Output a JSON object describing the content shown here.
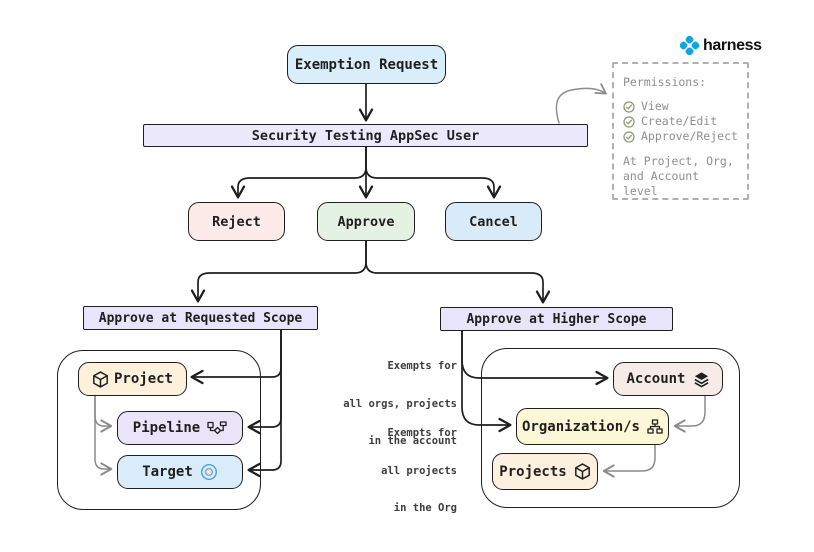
{
  "brand": {
    "logo_text": "harness",
    "logo_color": "#0aa7e4"
  },
  "diagram": {
    "root_node": {
      "label": "Exemption Request"
    },
    "actor_bar": {
      "label": "Security Testing AppSec User"
    },
    "decisions": [
      {
        "label": "Reject"
      },
      {
        "label": "Approve"
      },
      {
        "label": "Cancel"
      }
    ],
    "left_branch": {
      "header": "Approve at Requested Scope",
      "nodes": [
        {
          "label": "Project",
          "icon": "cube-icon"
        },
        {
          "label": "Pipeline",
          "icon": "pipeline-icon"
        },
        {
          "label": "Target",
          "icon": "target-icon"
        }
      ]
    },
    "right_branch": {
      "header": "Approve at Higher Scope",
      "nodes": [
        {
          "label": "Account",
          "icon": "layers-icon"
        },
        {
          "label": "Organization/s",
          "icon": "org-chart-icon"
        },
        {
          "label": "Projects",
          "icon": "cube-icon"
        }
      ]
    },
    "annotations": [
      {
        "lines": [
          "Exempts for",
          "all orgs, projects",
          "in the account"
        ]
      },
      {
        "lines": [
          "Exempts for",
          "all projects",
          "in the Org"
        ]
      }
    ]
  },
  "permissions_panel": {
    "title": "Permissions:",
    "items": [
      "View",
      "Create/Edit",
      "Approve/Reject"
    ],
    "footer_lines": [
      "At Project, Org,",
      "and Account level"
    ]
  },
  "colors": {
    "node_border": "#1f1f1f",
    "root_fill": "#d9edfa",
    "actor_bar_fill": "#ebe9fb",
    "reject_fill": "#fcebe8",
    "approve_fill": "#e3f2e2",
    "cancel_fill": "#d9eaf8",
    "scope_header_fill": "#e8e5fa",
    "project_fill": "#fdf1dc",
    "pipeline_fill": "#eae4f9",
    "target_fill": "#d8ecfb",
    "account_fill": "#f7ebe8",
    "organization_fill": "#fcf7d6",
    "projects_fill": "#fdf0df",
    "grey_connector": "#8a8a8a",
    "permissions_text": "#8f8f8f",
    "check_icon": "#8d9b77"
  }
}
